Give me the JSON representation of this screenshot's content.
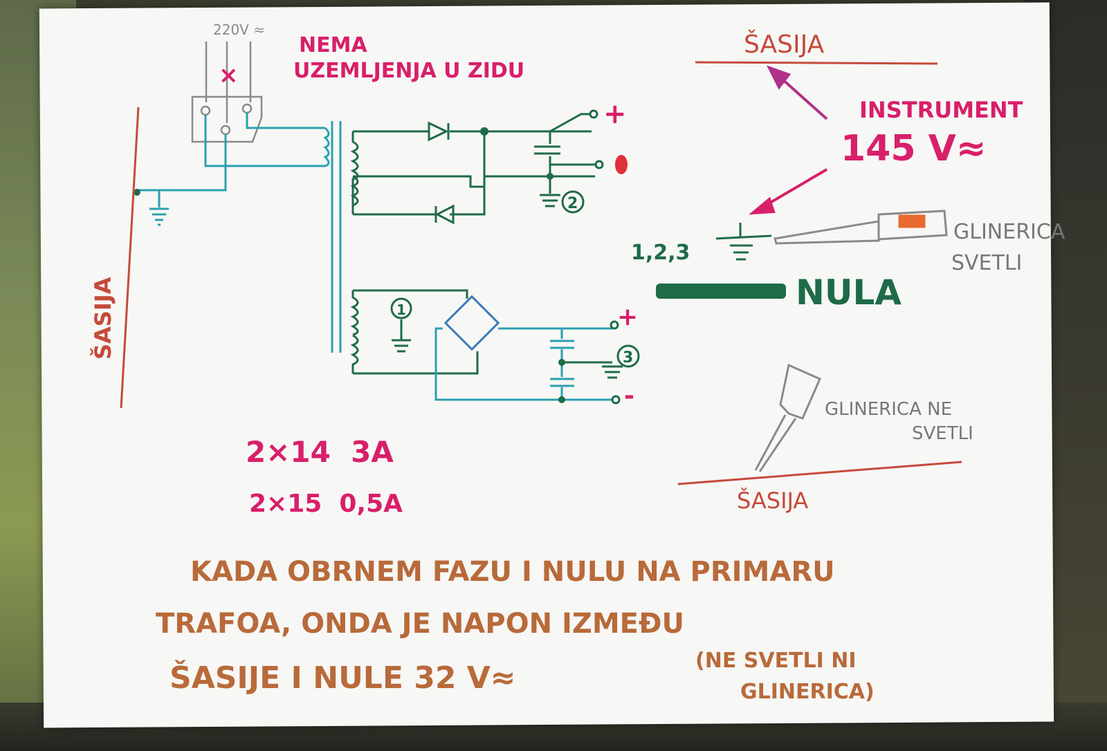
{
  "texts": {
    "mains_voltage": "220V ≈",
    "no_ground_line1": "NEMA",
    "no_ground_line2": "UZEMLJENJA U ZIDU",
    "chassis_top": "ŠASIJA",
    "chassis_left": "ŠASIJA",
    "chassis_bottom": "ŠASIJA",
    "instrument": "INSTRUMENT",
    "instrument_reading": "145 V≈",
    "ground_refs": "1,2,3",
    "neutral": "NULA",
    "lamp_lights_1": "GLINERICA",
    "lamp_lights_2": "SVETLI",
    "lamp_not_1": "GLINERICA NE",
    "lamp_not_2": "SVETLI",
    "winding_spec_1": "2×14  3A",
    "winding_spec_2": "2×15  0,5A",
    "node_1": "1",
    "node_2": "2",
    "node_3": "3",
    "plus_top": "+",
    "plus_mid": "+",
    "minus_bottom": "-",
    "mains_x": "×",
    "note_line1": "KADA OBRNEM FAZU I NULU NA PRIMARU",
    "note_line2": "TRAFOA, ONDA JE NAPON IZMEĐU",
    "note_line3_a": "ŠASIJE I NULE 32 V≈",
    "note_line3_b": "(NE SVETLI NI",
    "note_line4": "GLINERICA)"
  },
  "colors": {
    "magenta": "#d81f6a",
    "red_chassis": "#c44a3a",
    "dark_green": "#1e6b48",
    "teal": "#2aa0b0",
    "grey_pen": "#777777",
    "brown_note": "#b86a3a",
    "bridge_blue": "#3a7ab8",
    "red_dot": "#e0303a",
    "arrow_purple": "#b0308a"
  }
}
